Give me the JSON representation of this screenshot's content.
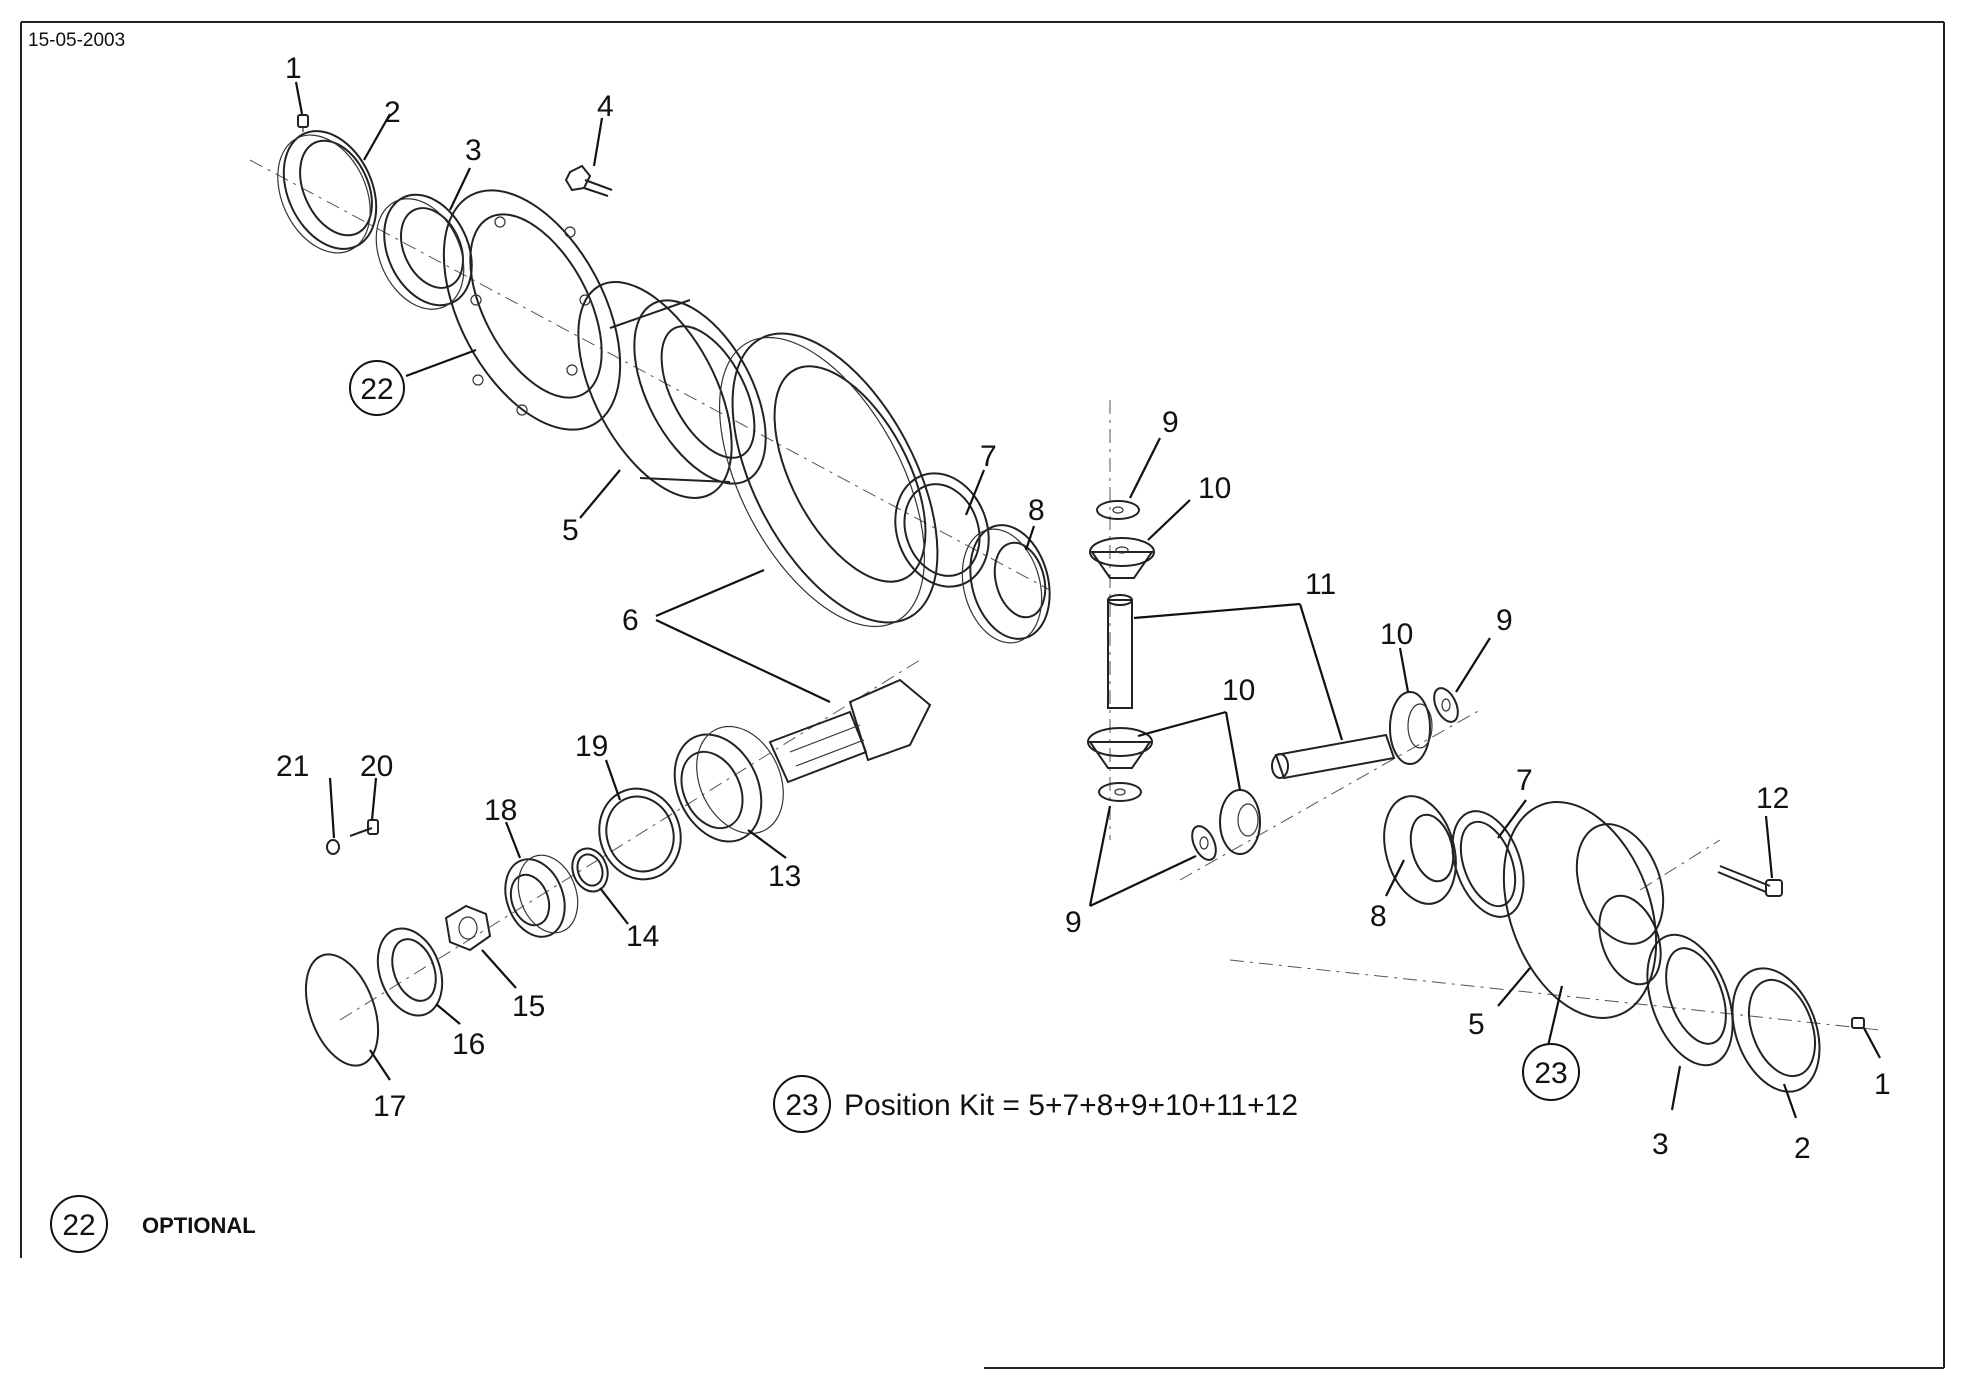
{
  "drawing": {
    "date": "15-05-2003",
    "footnote_number": "22",
    "footnote_text": "OPTIONAL",
    "kit_number": "23",
    "kit_text": "Position Kit = 5+7+8+9+10+11+12"
  },
  "callouts": {
    "l1a": "1",
    "l2a": "2",
    "l3a": "3",
    "l4": "4",
    "l22": "22",
    "l5a": "5",
    "l6": "6",
    "l7a": "7",
    "l8a": "8",
    "l9a": "9",
    "l10a": "10",
    "l11": "11",
    "l10b": "10",
    "l9b": "9",
    "l10c": "10",
    "l19": "19",
    "l13": "13",
    "l21": "21",
    "l20": "20",
    "l18": "18",
    "l14": "14",
    "l15": "15",
    "l16": "16",
    "l17": "17",
    "l9c": "9",
    "l7b": "7",
    "l12": "12",
    "l8b": "8",
    "l5b": "5",
    "l23": "23",
    "l3b": "3",
    "l2b": "2",
    "l1b": "1"
  }
}
